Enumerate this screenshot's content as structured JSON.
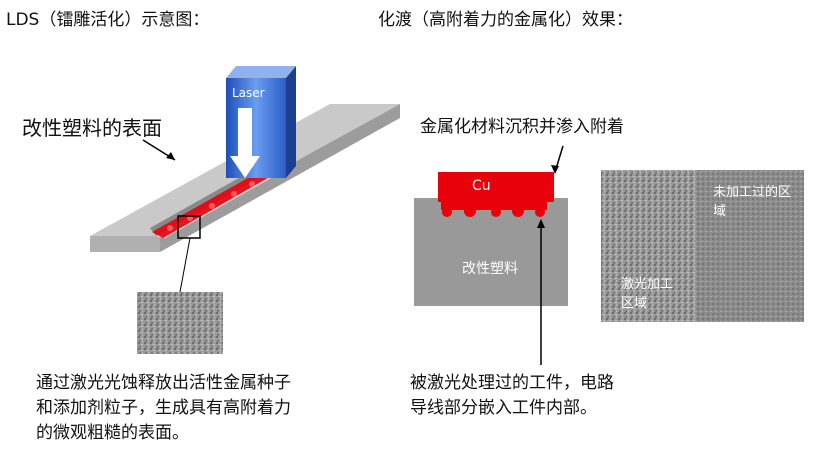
{
  "titles": {
    "left": "LDS（镭雕活化）示意图：",
    "right": "化渡（高附着力的金属化）效果："
  },
  "left_diagram": {
    "plastic_label": "改性塑料的表面",
    "laser_label": "Laser",
    "caption_lines": [
      "通过激光光蚀释放出活性金属种子",
      "和添加剂粒子，生成具有高附着力",
      "的微观粗糙的表面。"
    ]
  },
  "right_diagram": {
    "deposit_label": "金属化材料沉积并渗入附着",
    "cu_label": "Cu",
    "plastic_label": "改性塑料",
    "unprocessed_label": "未加工过的区域",
    "processed_label": "激光加工区域",
    "caption_lines": [
      "被激光处理过的工件，电路",
      "导线部分嵌入工件内部。"
    ]
  },
  "colors": {
    "red": "#e8000b",
    "gray": "#999999",
    "laser_blue": "#3a6fd8"
  }
}
